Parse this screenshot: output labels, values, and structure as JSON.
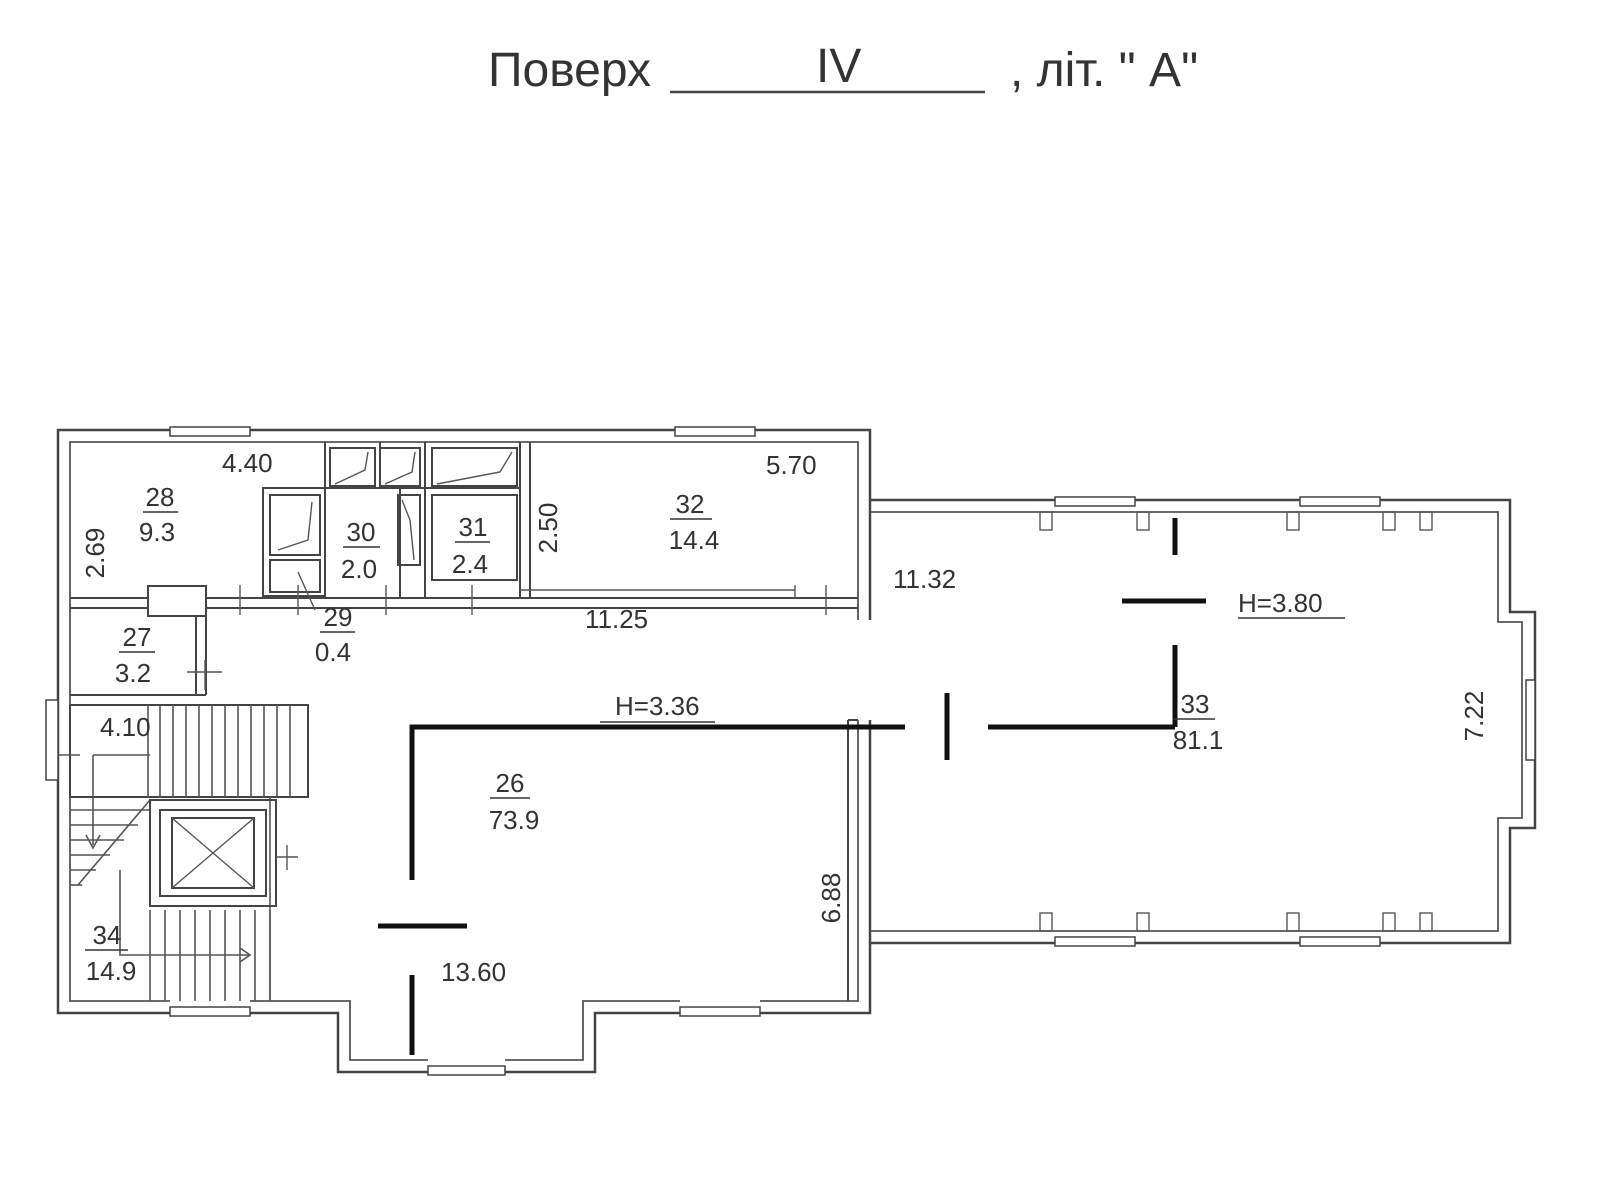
{
  "header": {
    "label": "Поверх",
    "floor": "IV",
    "letter": ", літ. \" А\""
  },
  "rooms": [
    {
      "number": "28",
      "area": "9.3"
    },
    {
      "number": "30",
      "area": "2.0"
    },
    {
      "number": "31",
      "area": "2.4"
    },
    {
      "number": "32",
      "area": "14.4"
    },
    {
      "number": "27",
      "area": "3.2"
    },
    {
      "number": "29",
      "area": "0.4"
    },
    {
      "number": "26",
      "area": "73.9"
    },
    {
      "number": "33",
      "area": "81.1"
    },
    {
      "number": "34",
      "area": "14.9"
    }
  ],
  "dimensions": {
    "d_4_40": "4.40",
    "d_5_70": "5.70",
    "d_2_69": "2.69",
    "d_2_50": "2.50",
    "d_11_32": "11.32",
    "d_11_25": "11.25",
    "d_4_10": "4.10",
    "d_7_22": "7.22",
    "d_6_88": "6.88",
    "d_13_60": "13.60"
  },
  "heights": {
    "h_top": "H=3.80",
    "h_mid": "H=3.36"
  },
  "colors": {
    "line": "#444444",
    "heavy": "#111111",
    "text": "#333333"
  }
}
